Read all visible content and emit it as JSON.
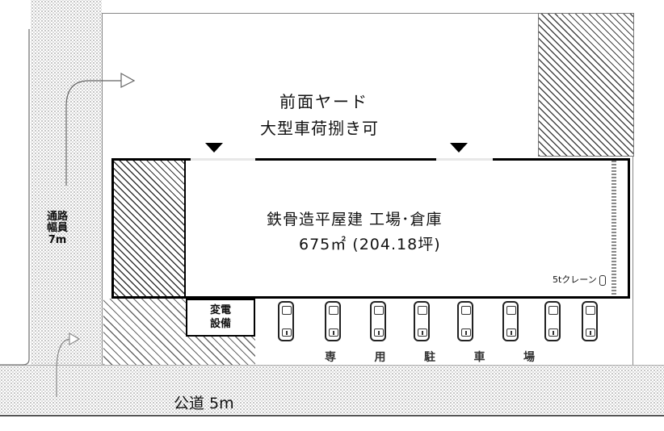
{
  "diagram": {
    "front_yard": {
      "line1": "前面ヤード",
      "line2": "大型車荷捌き可"
    },
    "building": {
      "line1": "鉄骨造平屋建 工場･倉庫",
      "line2": "675㎡ (204.18坪)"
    },
    "crane": "5tクレーン",
    "transformer": {
      "line1": "変電",
      "line2": "設備"
    },
    "parking_chars": [
      "専",
      "用",
      "駐",
      "車",
      "場"
    ],
    "side_road": {
      "line1": "通路",
      "line2": "幅員",
      "line3": "7m"
    },
    "public_road": "公道 5m",
    "parking_car_count": 8
  }
}
